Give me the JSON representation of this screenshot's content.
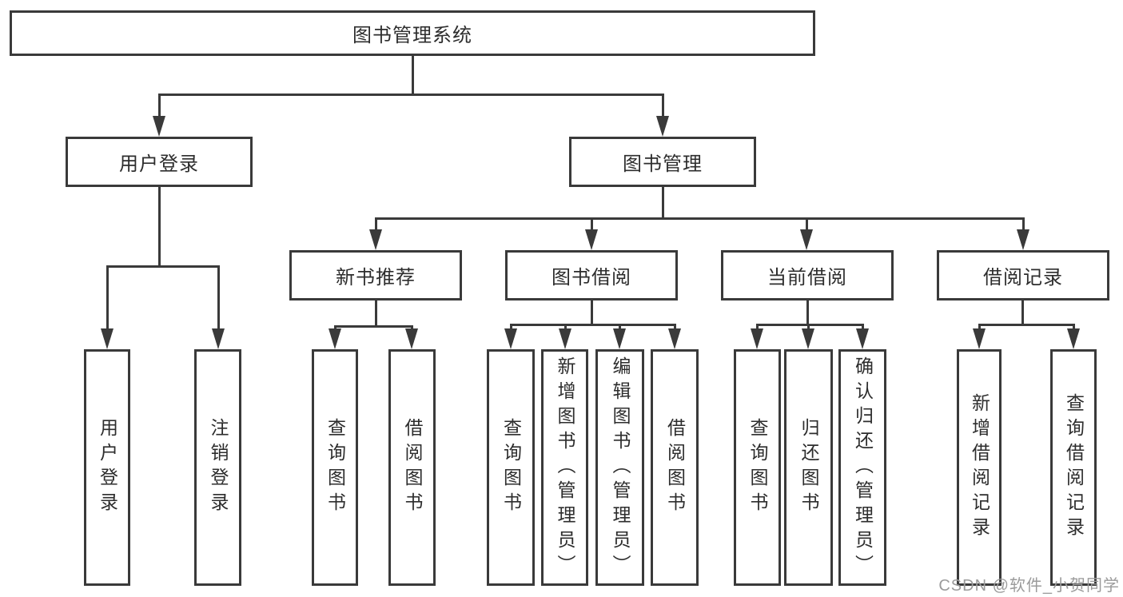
{
  "diagram_title": "图书管理系统",
  "nodes": {
    "root": {
      "label": "图书管理系统"
    },
    "branch_user": {
      "label": "用户登录"
    },
    "branch_books": {
      "label": "图书管理"
    },
    "user_leaves": {
      "login": "用户登录",
      "logout": "注销登录"
    },
    "new_books": {
      "label": "新书推荐",
      "query": "查询图书",
      "borrow": "借阅图书"
    },
    "borrowing": {
      "label": "图书借阅",
      "query": "查询图书",
      "add": "新增图书（管理员）",
      "edit": "编辑图书（管理员）",
      "borrow": "借阅图书"
    },
    "current": {
      "label": "当前借阅",
      "query": "查询图书",
      "return": "归还图书",
      "confirm": "确认归还（管理员）"
    },
    "records": {
      "label": "借阅记录",
      "add": "新增借阅记录",
      "query": "查询借阅记录"
    }
  },
  "watermark": "CSDN @软件_小贺同学",
  "colors": {
    "line": "#3a3a3a",
    "text": "#2d2d2d",
    "watermark": "#9b9b9b",
    "background": "#ffffff"
  }
}
